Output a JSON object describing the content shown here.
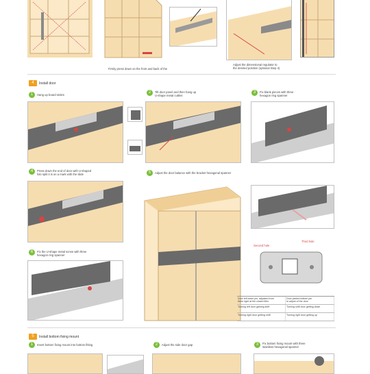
{
  "top": {
    "caption_left": "Firmly press down on the front and back of the",
    "caption_right_1": "Adjust the dimensional regulator to",
    "caption_right_2": "the desired position (optional Step 4)"
  },
  "section4": {
    "badge": "4",
    "title": "Install door",
    "steps": [
      {
        "num": "1",
        "text": "Hang up board stoles"
      },
      {
        "num": "2",
        "text": "Tilt door panel and then hang up\nU-shape metal cuttles"
      },
      {
        "num": "3",
        "text": "Fix blank pieces with three\nhexagon ring spanner"
      },
      {
        "num": "4",
        "text": "Press down the end of door with U-shaped\nfolo split it is on a mark with the slide"
      },
      {
        "num": "5",
        "text": "Adjust the door balance with the bracket hexagonal spanner"
      },
      {
        "num": "6",
        "text": "Fix the U-shape metal screw with three\nhexagon ring spanner"
      }
    ],
    "labels": {
      "second_hole": "Second hole",
      "third_hole": "Third hole"
    },
    "table": [
      [
        "Door left lower pin, adjusted from\nthere right at the closed tiller",
        "Door jointed bottom pin\nto adjust of the door"
      ],
      [
        "Turning left door gaining shift",
        "Turning shift door getting down"
      ],
      [
        "Turning right door getting shift",
        "Turning right door getting up"
      ]
    ]
  },
  "section5": {
    "badge": "5",
    "title": "Install bottom fixing mount",
    "steps": [
      {
        "num": "1",
        "text": "Insert bottom fixing mount into bottom fitting"
      },
      {
        "num": "2",
        "text": "Adjust the side door gap"
      },
      {
        "num": "3",
        "text": "Fix bottom fixing mount with three\nstainless hexagonal spanner"
      }
    ]
  },
  "colors": {
    "wood": "#f6ddb0",
    "gray": "#6a6a6a",
    "accent": "#7bbf3a",
    "badge": "#f0a020"
  }
}
